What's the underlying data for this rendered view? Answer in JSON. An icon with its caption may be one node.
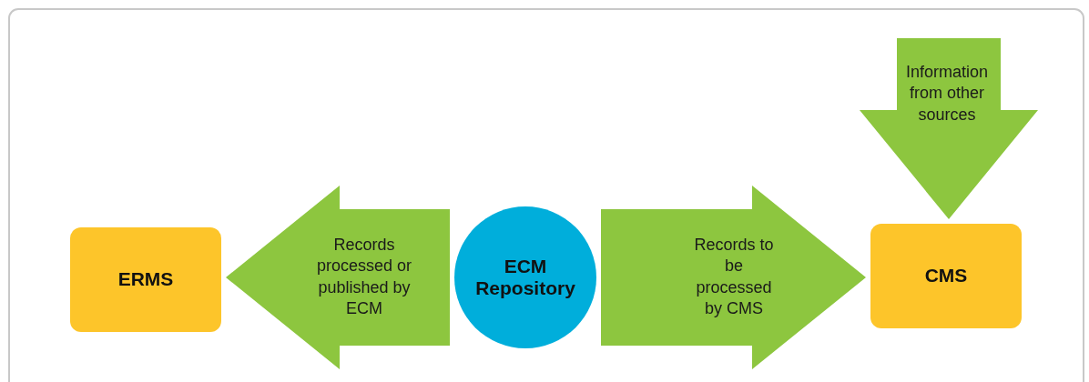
{
  "diagram": {
    "nodes": [
      {
        "text": [
          "ERMS"
        ]
      },
      {
        "text": [
          "ECM Repository"
        ]
      },
      {
        "text": [
          "CMS"
        ]
      }
    ],
    "edges": [
      {
        "from": 1,
        "to": 0,
        "arrow": "to",
        "label": "Records processed or published by ECM",
        "style": "thick"
      },
      {
        "from": 1,
        "to": 2,
        "arrow": "to",
        "label": "Records to be processed by CMS",
        "style": "thick"
      },
      {
        "from": null,
        "to": 2,
        "arrow": "to",
        "label": "Information from other sources",
        "style": "thick"
      }
    ]
  }
}
